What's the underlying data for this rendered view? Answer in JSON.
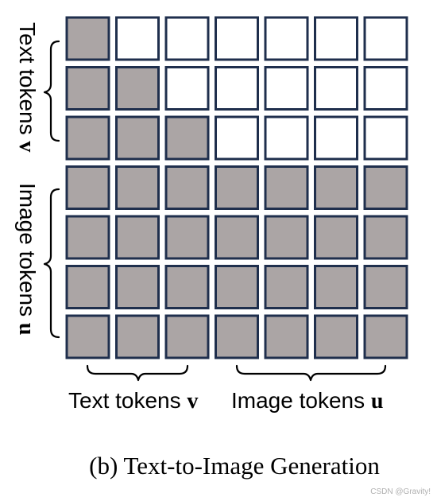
{
  "figure": {
    "caption": "(b) Text-to-Image Generation",
    "watermark": "CSDN @Gravity!"
  },
  "labels": {
    "rows_text": {
      "text": "Text tokens ",
      "var": "v"
    },
    "rows_image": {
      "text": "Image tokens ",
      "var": "u"
    },
    "cols_text": {
      "text": "Text tokens ",
      "var": "v"
    },
    "cols_image": {
      "text": "Image tokens ",
      "var": "u"
    }
  },
  "matrix": {
    "rows": 7,
    "cols": 7,
    "text_tokens": 3,
    "image_tokens": 4,
    "colors": {
      "filled": "#aba5a5",
      "empty": "#ffffff",
      "border": "#1f2f4d"
    },
    "mask": [
      [
        1,
        0,
        0,
        0,
        0,
        0,
        0
      ],
      [
        1,
        1,
        0,
        0,
        0,
        0,
        0
      ],
      [
        1,
        1,
        1,
        0,
        0,
        0,
        0
      ],
      [
        1,
        1,
        1,
        1,
        1,
        1,
        1
      ],
      [
        1,
        1,
        1,
        1,
        1,
        1,
        1
      ],
      [
        1,
        1,
        1,
        1,
        1,
        1,
        1
      ],
      [
        1,
        1,
        1,
        1,
        1,
        1,
        1
      ]
    ]
  }
}
